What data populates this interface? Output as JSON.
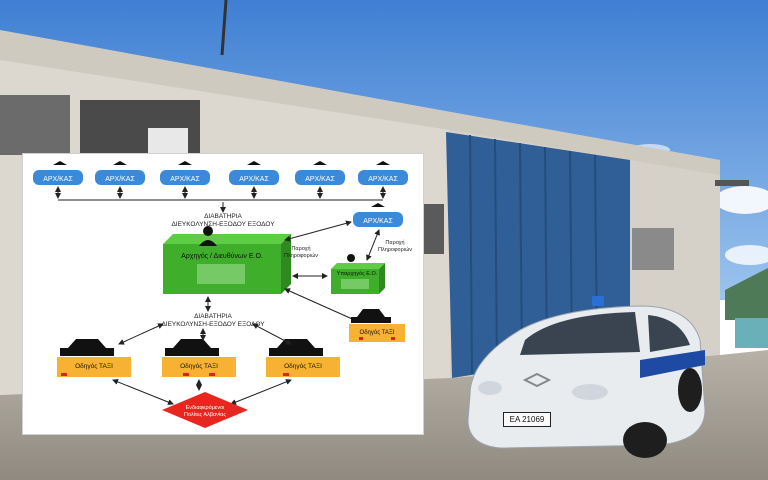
{
  "photo": {
    "colors": {
      "sky": "#5a8fd6",
      "building": "#d9d6cd",
      "door": "#2f5f96",
      "ground": "#a9a49a",
      "car": "#e9ecef"
    },
    "license_plate": "ΕΑ 21069"
  },
  "diagram": {
    "top_nodes": [
      "ΑΡΧ/ΚΑΣ",
      "ΑΡΧ/ΚΑΣ",
      "ΑΡΧ/ΚΑΣ",
      "ΑΡΧ/ΚΑΣ",
      "ΑΡΧ/ΚΑΣ",
      "ΑΡΧ/ΚΑΣ"
    ],
    "right_node": "ΑΡΧ/ΚΑΣ",
    "label_top_line1": "ΔΙΑΒΑΤΗΡΙΑ",
    "label_top_line2": "ΔΙΕΥΚΟΛΥΝΣΗ-ΕΞΟΔΟΥ ΕΞΟΔΟΥ",
    "main_box": "Αρχηγός / Διευθύνων Ε.Ο.",
    "side_box": "Υπαρχηγός Ε.Ο.",
    "info_left_line1": "Παροχή",
    "info_left_line2": "Πληροφοριών",
    "info_right_line1": "Παροχή",
    "info_right_line2": "Πληροφοριών",
    "label_mid_line1": "ΔΙΑΒΑΤΗΡΙΑ",
    "label_mid_line2": "ΔΙΕΥΚΟΛΥΝΣΗ-ΕΞΟΔΟΥ ΕΞΟΔΟΥ",
    "taxi_right": "Οδηγός ΤΑΞΙ",
    "taxis": [
      "Οδηγός ΤΑΞΙ",
      "Οδηγός ΤΑΞΙ",
      "Οδηγός ΤΑΞΙ"
    ],
    "diamond_line1": "Ενδιαφερόμενοι",
    "diamond_line2": "Πολίτες Αλβανίας",
    "colors": {
      "node": "#3b8ad9",
      "box": "#3fae2a",
      "taxi": "#f7b233",
      "diamond": "#e6261f",
      "arrow": "#222222"
    }
  }
}
